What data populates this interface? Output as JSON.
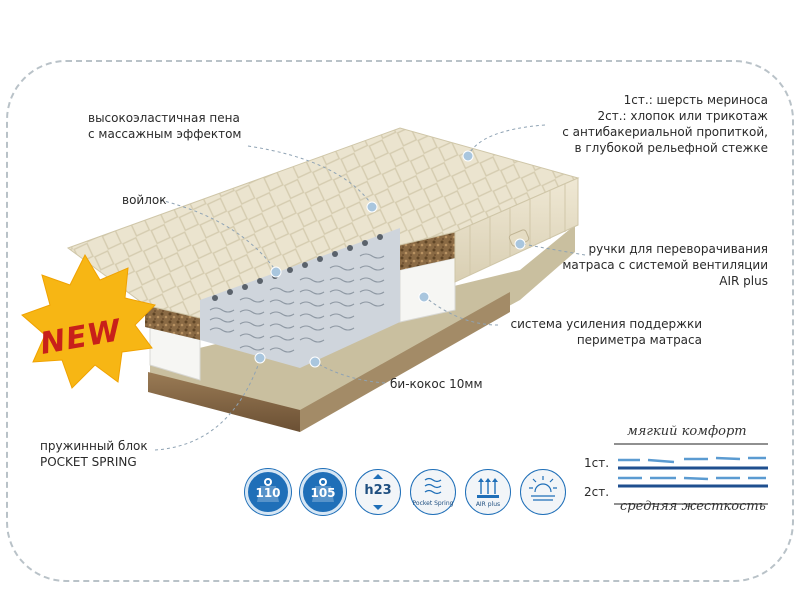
{
  "labels": {
    "elastic_foam": [
      "высокоэластичная пена",
      "с массажным эффектом"
    ],
    "felt": "войлок",
    "cover": [
      "1ст.: шерсть мериноса",
      "2ст.: хлопок или трикотаж",
      "с антибакериальной пропиткой,",
      "в глубокой рельефной стежке"
    ],
    "handles": [
      "ручки для переворачивания",
      "матраса с системой вентиляции",
      "AIR plus"
    ],
    "perimeter": [
      "система усиления поддержки",
      "периметра матраса"
    ],
    "coconut": "би-кокос 10мм",
    "spring": [
      "пружинный блок",
      "POCKET SPRING"
    ]
  },
  "badge": "NEW",
  "icons": [
    {
      "name": "weight-110-icon",
      "label": "110"
    },
    {
      "name": "weight-105-icon",
      "label": "105"
    },
    {
      "name": "height-h23-icon",
      "label": "h23"
    },
    {
      "name": "pocket-spring-icon",
      "label": "Pocket Spring"
    },
    {
      "name": "air-plus-icon",
      "label": "AIR plus"
    },
    {
      "name": "ventilation-icon",
      "label": ""
    }
  ],
  "comfort": {
    "top": "мягкий комфорт",
    "bottom": "средняя жесткость",
    "side1": "1ст.",
    "side2": "2ст."
  },
  "colors": {
    "accent": "#1f6fb8",
    "badge_star": "#f7b614",
    "badge_text": "#c8201a"
  }
}
